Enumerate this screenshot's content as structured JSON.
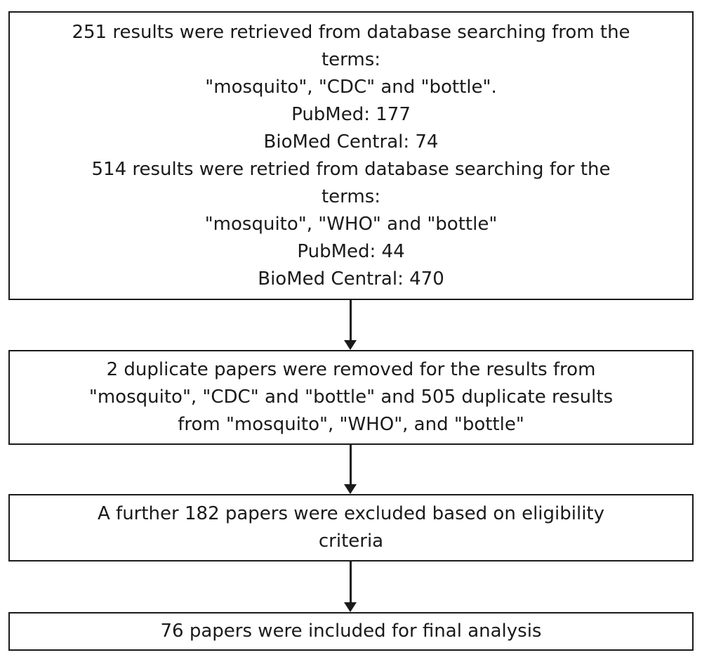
{
  "flowchart": {
    "box1": {
      "lines": [
        "251 results were retrieved from database searching from the",
        "terms:",
        "\"mosquito\", \"CDC\" and \"bottle\".",
        "PubMed: 177",
        "BioMed Central: 74",
        "514 results were retried from database searching for the",
        "terms:",
        "\"mosquito\", \"WHO\" and \"bottle\"",
        "PubMed: 44",
        "BioMed Central: 470"
      ]
    },
    "box2": {
      "lines": [
        "2 duplicate papers were removed for the results from",
        "\"mosquito\", \"CDC\" and \"bottle\" and 505 duplicate results",
        "from \"mosquito\", \"WHO\", and \"bottle\""
      ]
    },
    "box3": {
      "lines": [
        "A further 182 papers were excluded based on eligibility",
        "criteria"
      ]
    },
    "box4": {
      "lines": [
        "76 papers were included for final analysis"
      ]
    }
  },
  "colors": {
    "stroke": "#1a1a1a",
    "background": "#ffffff"
  }
}
